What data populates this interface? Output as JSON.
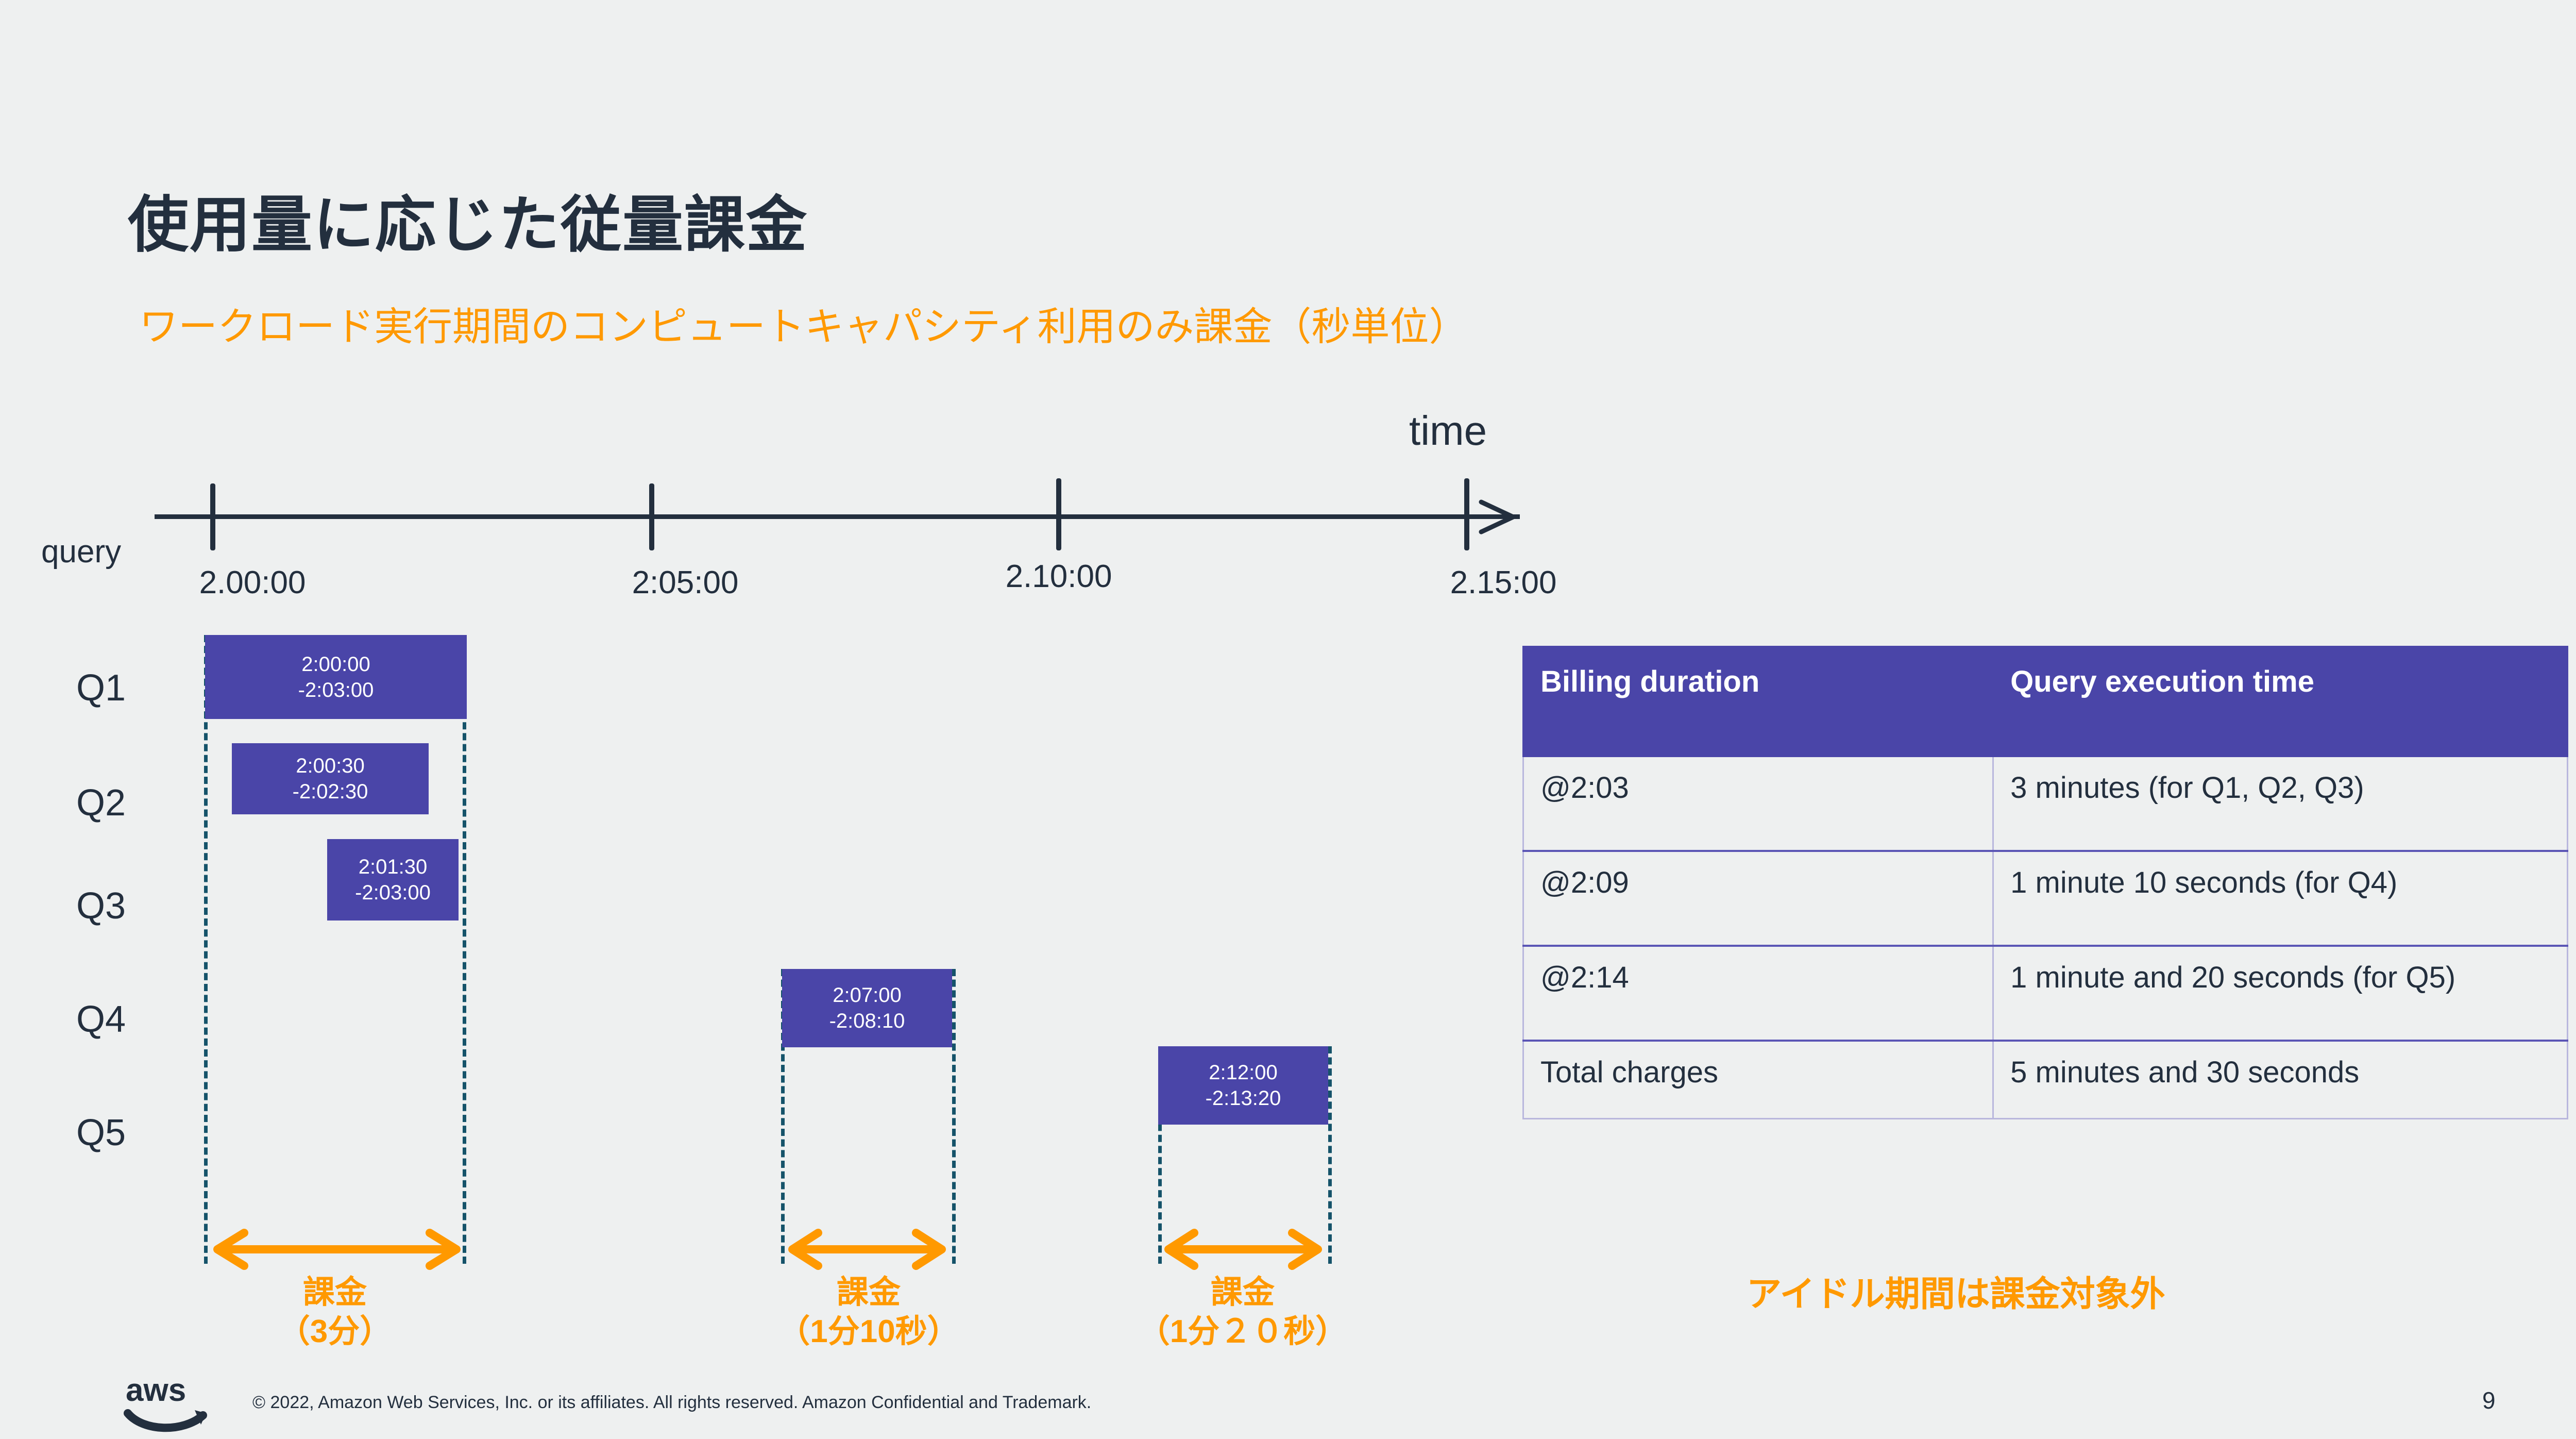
{
  "slide": {
    "title": "使用量に応じた従量課金",
    "subtitle": "ワークロード実行期間のコンピュートキャパシティ利用のみ課金（秒単位）",
    "page_number": "9",
    "accent_color": "#ff9900",
    "bar_color": "#4a45a8",
    "text_color": "#232f3e",
    "background_color": "#eef0f0"
  },
  "timeline": {
    "axis_label": "time",
    "row_axis_label": "query",
    "ticks": [
      "2.00:00",
      "2:05:00",
      "2.10:00",
      "2.15:00"
    ]
  },
  "chart_data": {
    "type": "bar",
    "title": "Query billing timeline",
    "xlabel": "time",
    "ylabel": "query",
    "xlim": [
      "2:00:00",
      "2:15:00"
    ],
    "categories": [
      "Q1",
      "Q2",
      "Q3",
      "Q4",
      "Q5"
    ],
    "axis_ticks": [
      "2.00:00",
      "2:05:00",
      "2.10:00",
      "2.15:00"
    ],
    "grid": false,
    "legend": "none",
    "bars": [
      {
        "label": "Q1",
        "start": "2:00:00",
        "end": "2:03:00",
        "line1": "2:00:00",
        "line2": "-2:03:00"
      },
      {
        "label": "Q2",
        "start": "2:00:30",
        "end": "2:02:30",
        "line1": "2:00:30",
        "line2": "-2:02:30"
      },
      {
        "label": "Q3",
        "start": "2:01:30",
        "end": "2:03:00",
        "line1": "2:01:30",
        "line2": "-2:03:00"
      },
      {
        "label": "Q4",
        "start": "2:07:00",
        "end": "2:08:10",
        "line1": "2:07:00",
        "line2": "-2:08:10"
      },
      {
        "label": "Q5",
        "start": "2:12:00",
        "end": "2:13:20",
        "line1": "2:12:00",
        "line2": "-2:13:20"
      }
    ],
    "billing_windows": [
      {
        "line1": "課金",
        "line2": "（3分）"
      },
      {
        "line1": "課金",
        "line2": "（1分10秒）"
      },
      {
        "line1": "課金",
        "line2": "（1分２０秒）"
      }
    ]
  },
  "table": {
    "headers": [
      "Billing duration",
      "Query execution time"
    ],
    "rows": [
      [
        "@2:03",
        "3 minutes (for Q1, Q2, Q3)"
      ],
      [
        "@2:09",
        "1 minute 10 seconds (for Q4)"
      ],
      [
        "@2:14",
        "1 minute and 20 seconds (for Q5)"
      ],
      [
        "Total charges",
        "5 minutes and 30 seconds"
      ]
    ]
  },
  "notes": {
    "idle": "アイドル期間は課金対象外"
  },
  "footer": {
    "copyright": "© 2022, Amazon Web Services, Inc. or its affiliates. All rights reserved. Amazon Confidential and Trademark.",
    "logo": "aws-logo"
  }
}
